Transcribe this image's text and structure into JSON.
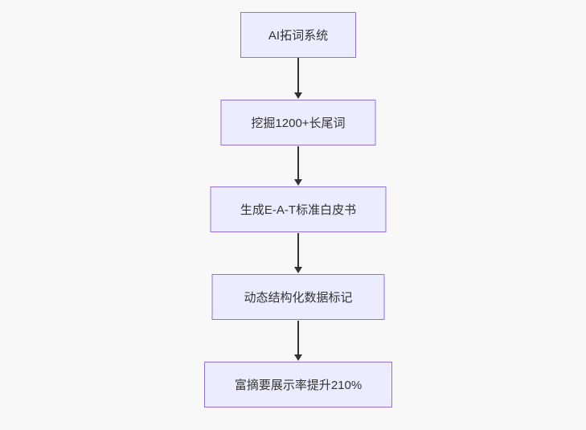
{
  "flow": {
    "type": "flowchart-vertical",
    "nodes": [
      {
        "id": "A",
        "label": "AI拓词系统"
      },
      {
        "id": "B",
        "label": "挖掘1200+长尾词"
      },
      {
        "id": "C",
        "label": "生成E-A-T标准白皮书"
      },
      {
        "id": "D",
        "label": "动态结构化数据标记"
      },
      {
        "id": "E",
        "label": "富摘要展示率提升210%"
      }
    ],
    "edges": [
      {
        "from": "A",
        "to": "B"
      },
      {
        "from": "B",
        "to": "C"
      },
      {
        "from": "C",
        "to": "D"
      },
      {
        "from": "D",
        "to": "E"
      }
    ],
    "colors": {
      "node_fill": "#ECECFF",
      "node_border": "#9370DB",
      "text": "#333333",
      "arrow": "#333333",
      "background": "#f8f8f8"
    }
  }
}
